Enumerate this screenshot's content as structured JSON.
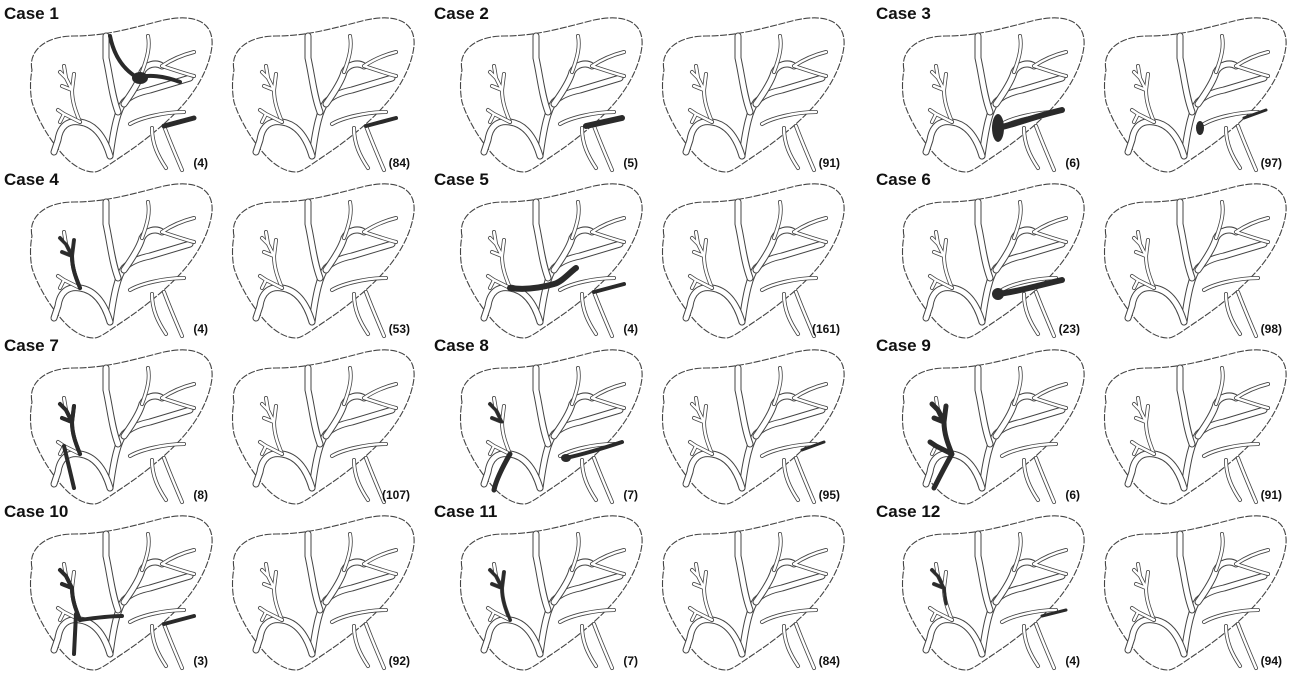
{
  "cases": [
    {
      "title": "Case 1",
      "before_label": "(4)",
      "after_label": "(84)"
    },
    {
      "title": "Case 2",
      "before_label": "(5)",
      "after_label": "(91)"
    },
    {
      "title": "Case 3",
      "before_label": "(6)",
      "after_label": "(97)"
    },
    {
      "title": "Case 4",
      "before_label": "(4)",
      "after_label": "(53)"
    },
    {
      "title": "Case 5",
      "before_label": "(4)",
      "after_label": "(161)"
    },
    {
      "title": "Case 6",
      "before_label": "(23)",
      "after_label": "(98)"
    },
    {
      "title": "Case 7",
      "before_label": "(8)",
      "after_label": "(107)"
    },
    {
      "title": "Case 8",
      "before_label": "(7)",
      "after_label": "(95)"
    },
    {
      "title": "Case 9",
      "before_label": "(6)",
      "after_label": "(91)"
    },
    {
      "title": "Case 10",
      "before_label": "(3)",
      "after_label": "(92)"
    },
    {
      "title": "Case 11",
      "before_label": "(7)",
      "after_label": "(84)"
    },
    {
      "title": "Case 12",
      "before_label": "(4)",
      "after_label": "(94)"
    }
  ],
  "colors": {
    "thrombus": "#2a2a2a",
    "outline": "#444444"
  }
}
